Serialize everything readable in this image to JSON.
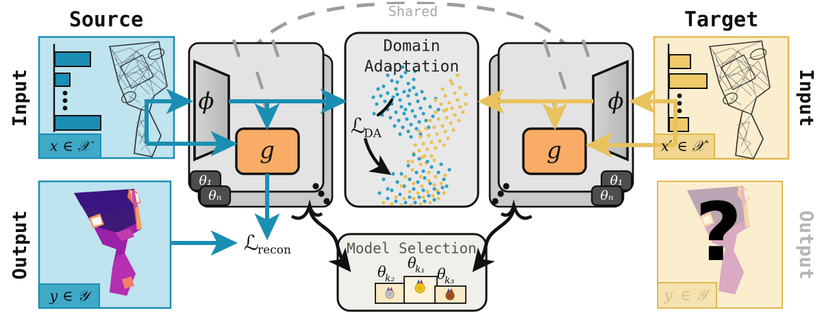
{
  "diagram": {
    "title_source": "Source",
    "title_target": "Target",
    "shared_label": "Shared",
    "side_labels": {
      "left_input": "Input",
      "left_output": "Output",
      "right_input": "Input",
      "right_output": "Output"
    },
    "panels": {
      "source_input_tag": "x ∈ 𝒳",
      "source_output_tag": "y ∈ 𝒴",
      "target_input_tag": "x′ ∈ 𝒳′",
      "target_output_tag": "y′ ∈ 𝒴′",
      "target_output_unknown": "?"
    },
    "network_left": {
      "encoder_label": "ϕ",
      "decoder_label": "g",
      "param_first": "θ₁",
      "param_last": "θₙ",
      "ellipsis": "•••"
    },
    "network_right": {
      "encoder_label": "ϕ",
      "decoder_label": "g",
      "param_first": "θ₁",
      "param_last": "θₙ",
      "ellipsis": "•••"
    },
    "domain_adaptation": {
      "title_line1": "Domain",
      "title_line2": "Adaptation",
      "loss_label": "ℒ",
      "loss_sub": "DA"
    },
    "losses": {
      "recon_label": "ℒ",
      "recon_sub": "recon"
    },
    "model_selection": {
      "title": "Model Selection",
      "podium": [
        {
          "label": "θ",
          "sub": "k₂",
          "rank": "2",
          "medal": "silver-medal-icon"
        },
        {
          "label": "θ",
          "sub": "k₁",
          "rank": "1",
          "medal": "gold-medal-icon"
        },
        {
          "label": "θ",
          "sub": "k₃",
          "rank": "3",
          "medal": "bronze-medal-icon"
        }
      ]
    },
    "colors": {
      "source_accent": "#1b8eb3",
      "source_panel_fill": "#bfe3ef",
      "source_tag_fill": "#3fa9c8",
      "target_accent": "#e8c25e",
      "target_panel_fill": "#faeecf",
      "target_tag_fill": "#f0d690",
      "decoder_fill": "#f9ac65",
      "encoder_fill": "#c6c6c6",
      "block_fill": "#e3e3e3",
      "block_back_fill": "#c9c9c9",
      "param_tab_fill": "#4d4d4d",
      "da_fill": "#e8e8e8",
      "ms_fill": "#f0efea",
      "shared_dash": "#9d9d9d",
      "faded_text": "#b5b5b5",
      "outline": "#111111",
      "gold": "#f0c419",
      "silver": "#bfbfbf",
      "bronze": "#a85a20"
    },
    "chart_bars": {
      "source": [
        {
          "value": 0.62
        },
        {
          "value": 0.26
        },
        {
          "value": 0.8
        }
      ],
      "target": [
        {
          "value": 0.38
        },
        {
          "value": 0.7
        },
        {
          "value": 0.34
        }
      ]
    }
  }
}
